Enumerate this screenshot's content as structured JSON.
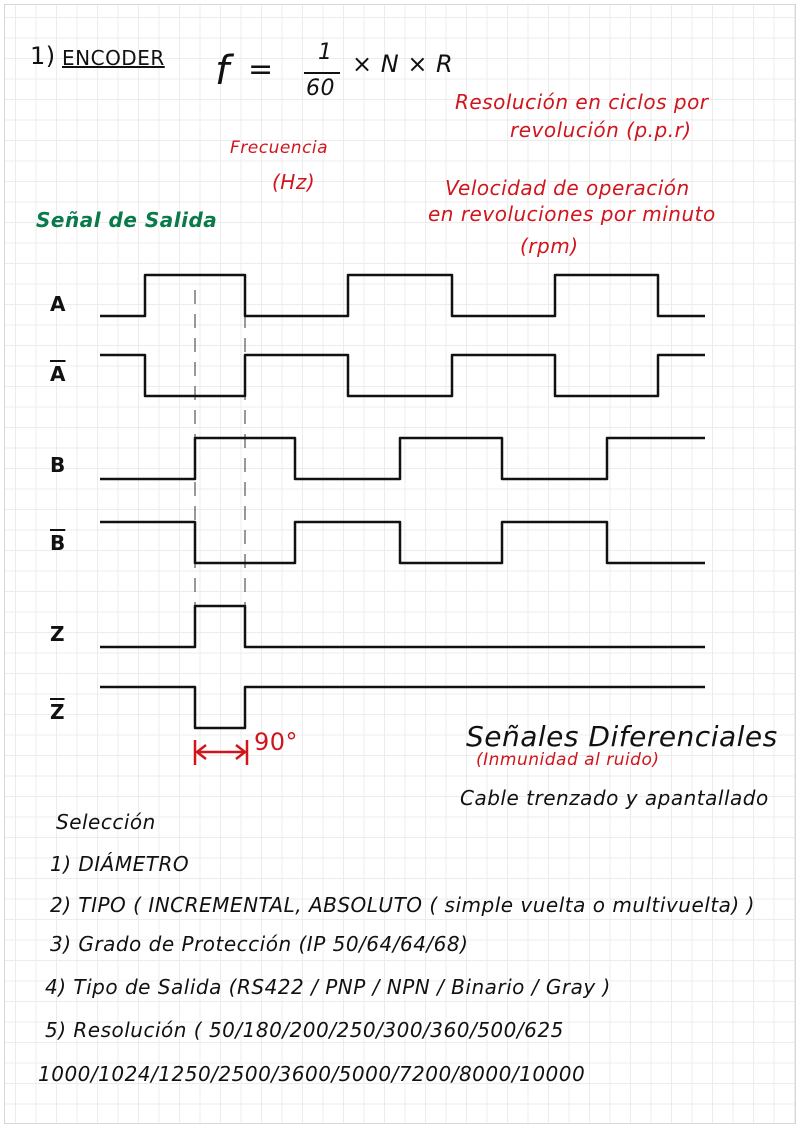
{
  "heading": {
    "number": "1)",
    "title": "ENCODER"
  },
  "formula": {
    "lhs": "f",
    "eq": "=",
    "numerator": "1",
    "denominator": "60",
    "rest": "× N × R"
  },
  "annotations": {
    "resolution": [
      "Resolución en ciclos por",
      "revolución (p.p.r)"
    ],
    "frequency": [
      "Frecuencia",
      "(Hz)"
    ],
    "speed": [
      "Velocidad de operación",
      "en revoluciones por minuto",
      "(rpm)"
    ]
  },
  "section_title": "Señal de Salida",
  "signals": [
    {
      "name": "A",
      "inverted": false,
      "levels": [
        0,
        1,
        1,
        0,
        0,
        1,
        1,
        0,
        0,
        1,
        1,
        0,
        0
      ]
    },
    {
      "name": "A",
      "inverted": true,
      "levels": [
        1,
        0,
        0,
        1,
        1,
        0,
        0,
        1,
        1,
        0,
        0,
        1,
        1
      ]
    },
    {
      "name": "B",
      "inverted": false,
      "levels": [
        0,
        0,
        1,
        1,
        0,
        0,
        1,
        1,
        0,
        0,
        1,
        1,
        1
      ]
    },
    {
      "name": "B",
      "inverted": true,
      "levels": [
        1,
        1,
        0,
        0,
        1,
        1,
        0,
        0,
        1,
        1,
        0,
        0,
        0
      ]
    },
    {
      "name": "Z",
      "inverted": false,
      "levels": [
        0,
        0,
        1,
        0,
        0,
        0,
        0,
        0,
        0,
        0,
        0,
        0,
        0
      ]
    },
    {
      "name": "Z",
      "inverted": true,
      "levels": [
        1,
        1,
        0,
        1,
        1,
        1,
        1,
        1,
        1,
        1,
        1,
        1,
        1
      ]
    }
  ],
  "phase_label": "90°",
  "differential": {
    "title": "Señales Diferenciales",
    "subtitle": "(Inmunidad al ruido)",
    "cable": "Cable trenzado y apantallado"
  },
  "selection": {
    "title": "Selección",
    "items": [
      "1) DIÁMETRO",
      "2) TIPO ( INCREMENTAL, ABSOLUTO ( simple vuelta o multivuelta) )",
      "3) Grado de Protección (IP 50/64/64/68)",
      "4) Tipo de Salida (RS422 / PNP / NPN / Binario / Gray )",
      "5) Resolución ( 50/180/200/250/300/360/500/625",
      "1000/1024/1250/2500/3600/5000/7200/8000/10000"
    ]
  },
  "colors": {
    "ink": "#111111",
    "red": "#d0151c",
    "green": "#0a7a4a"
  }
}
